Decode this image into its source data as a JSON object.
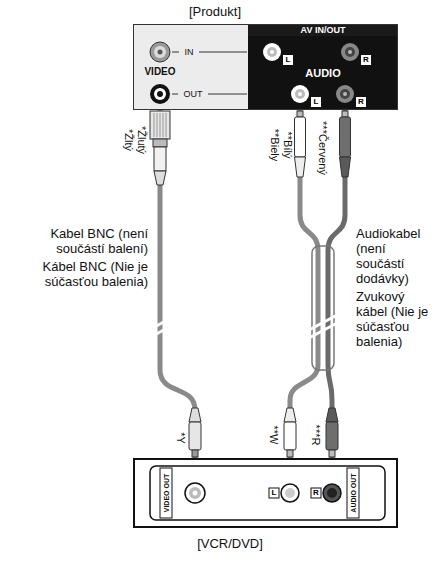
{
  "diagram": {
    "nodes": [
      {
        "text": [
          "[Produkt]",
          "AV IN/OUT",
          "IN",
          "VIDEO",
          "OUT"
        ]
      },
      {
        "text": [
          "L",
          "R",
          "AUDIO",
          "L",
          "R"
        ],
        "in": 0
      },
      {
        "text": [
          "[VCR/DVD]",
          "VIDEO OUT",
          "L",
          "R",
          "AUDIO OUT"
        ]
      }
    ],
    "edges": [
      {
        "from": 0,
        "to": 2,
        "arrow": "none"
      },
      {
        "from": 1,
        "to": 2,
        "arrow": "none"
      }
    ],
    "labels": [
      "*Žlutý",
      "*Žltý",
      "**Bílý",
      "**Biely",
      "***Červený",
      "Kabel BNC (není součástí balení)",
      "Kábel BNC (Nie je súčasťou balenia)",
      "Audiokabel (není součástí dodávky)",
      "Zvukový kábel (Nie je súčasťou balenia)",
      "*Y",
      "**W",
      "***R"
    ]
  }
}
